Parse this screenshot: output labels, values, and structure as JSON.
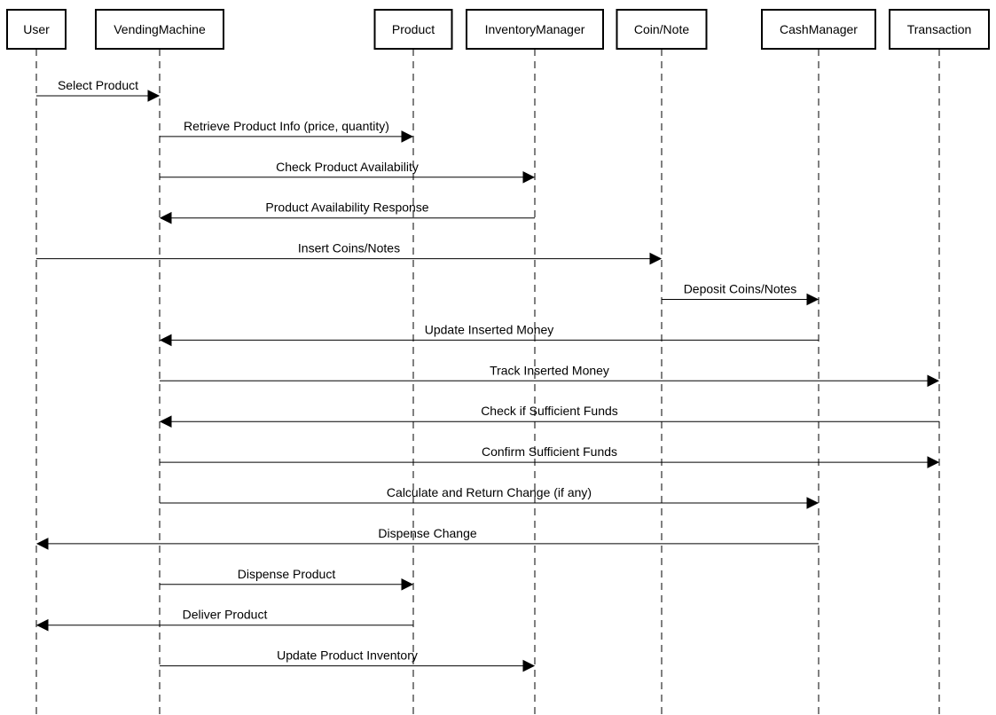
{
  "participants": [
    {
      "id": "user",
      "label": "User"
    },
    {
      "id": "vending_machine",
      "label": "VendingMachine"
    },
    {
      "id": "product",
      "label": "Product"
    },
    {
      "id": "inventory_manager",
      "label": "InventoryManager"
    },
    {
      "id": "coin_note",
      "label": "Coin/Note"
    },
    {
      "id": "cash_manager",
      "label": "CashManager"
    },
    {
      "id": "transaction",
      "label": "Transaction"
    }
  ],
  "messages": [
    {
      "from": "user",
      "to": "vending_machine",
      "label": "Select Product"
    },
    {
      "from": "vending_machine",
      "to": "product",
      "label": "Retrieve Product Info (price, quantity)"
    },
    {
      "from": "vending_machine",
      "to": "inventory_manager",
      "label": "Check Product Availability"
    },
    {
      "from": "inventory_manager",
      "to": "vending_machine",
      "label": "Product Availability Response"
    },
    {
      "from": "user",
      "to": "coin_note",
      "label": "Insert Coins/Notes"
    },
    {
      "from": "coin_note",
      "to": "cash_manager",
      "label": "Deposit Coins/Notes"
    },
    {
      "from": "cash_manager",
      "to": "vending_machine",
      "label": "Update Inserted Money"
    },
    {
      "from": "vending_machine",
      "to": "transaction",
      "label": "Track Inserted Money"
    },
    {
      "from": "transaction",
      "to": "vending_machine",
      "label": "Check if Sufficient Funds"
    },
    {
      "from": "vending_machine",
      "to": "transaction",
      "label": "Confirm Sufficient Funds"
    },
    {
      "from": "vending_machine",
      "to": "cash_manager",
      "label": "Calculate and Return Change (if any)"
    },
    {
      "from": "cash_manager",
      "to": "user",
      "label": "Dispense Change"
    },
    {
      "from": "vending_machine",
      "to": "product",
      "label": "Dispense Product"
    },
    {
      "from": "product",
      "to": "user",
      "label": "Deliver Product"
    },
    {
      "from": "vending_machine",
      "to": "inventory_manager",
      "label": "Update Product Inventory"
    }
  ]
}
